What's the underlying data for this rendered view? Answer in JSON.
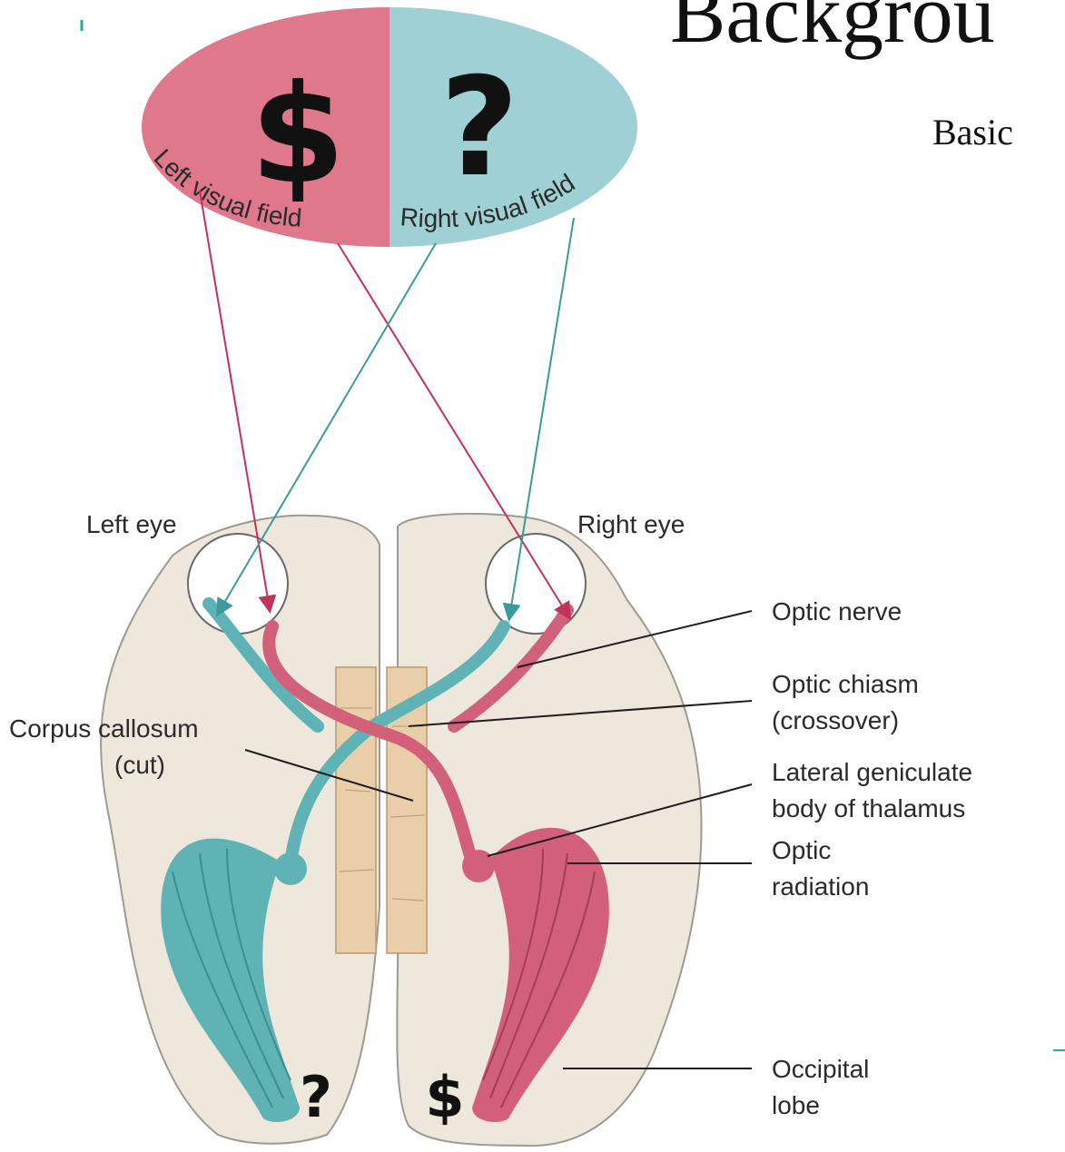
{
  "slide": {
    "title": "Backgrou",
    "subtitle": "Basic"
  },
  "visual_field": {
    "left_symbol": "$",
    "right_symbol": "?",
    "left_label": "Left visual field",
    "right_label": "Right visual field",
    "left_color": "#e0788c",
    "right_color": "#9ed0d4"
  },
  "labels": {
    "left_eye": "Left eye",
    "right_eye": "Right eye",
    "optic_nerve": "Optic nerve",
    "optic_chiasm_1": "Optic chiasm",
    "optic_chiasm_2": "(crossover)",
    "corpus_1": "Corpus callosum",
    "corpus_2": "(cut)",
    "lgn_1": "Lateral geniculate",
    "lgn_2": "body of thalamus",
    "radiation_1": "Optic",
    "radiation_2": "radiation",
    "occipital_1": "Occipital",
    "occipital_2": "lobe"
  },
  "occipital_symbols": {
    "left": "?",
    "right": "$"
  },
  "colors": {
    "teal_pathway": "#5fb3b5",
    "pink_pathway": "#d2607a",
    "brain": "#ede7dc",
    "callosum": "#e8cfa9"
  }
}
